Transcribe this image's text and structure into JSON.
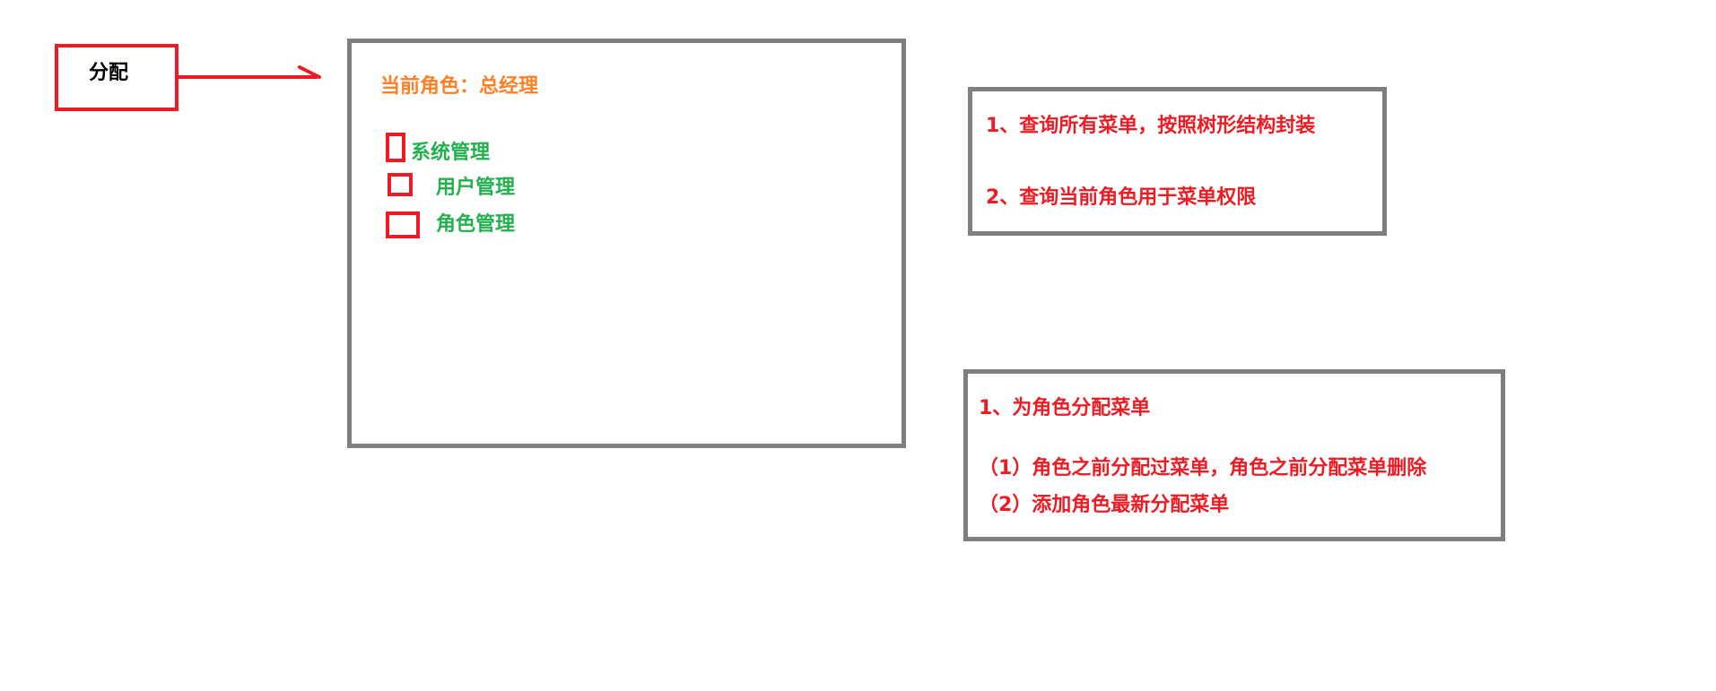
{
  "assign": {
    "label": "分配"
  },
  "panel": {
    "role_title": "当前角色：总经理",
    "tree": [
      {
        "label": "系统管理",
        "checked": false
      },
      {
        "label": "用户管理",
        "checked": false
      },
      {
        "label": "角色管理",
        "checked": false
      }
    ]
  },
  "note_query": {
    "lines": [
      "1、查询所有菜单，按照树形结构封装",
      "2、查询当前角色用于菜单权限"
    ]
  },
  "note_assign": {
    "lines": [
      "1、为角色分配菜单",
      "（1）角色之前分配过菜单，角色之前分配菜单删除",
      "（2）添加角色最新分配菜单"
    ]
  },
  "colors": {
    "red": "#ed1c24",
    "gray_border": "#7f7f7f",
    "orange": "#ff7f27",
    "green": "#22b14c"
  }
}
